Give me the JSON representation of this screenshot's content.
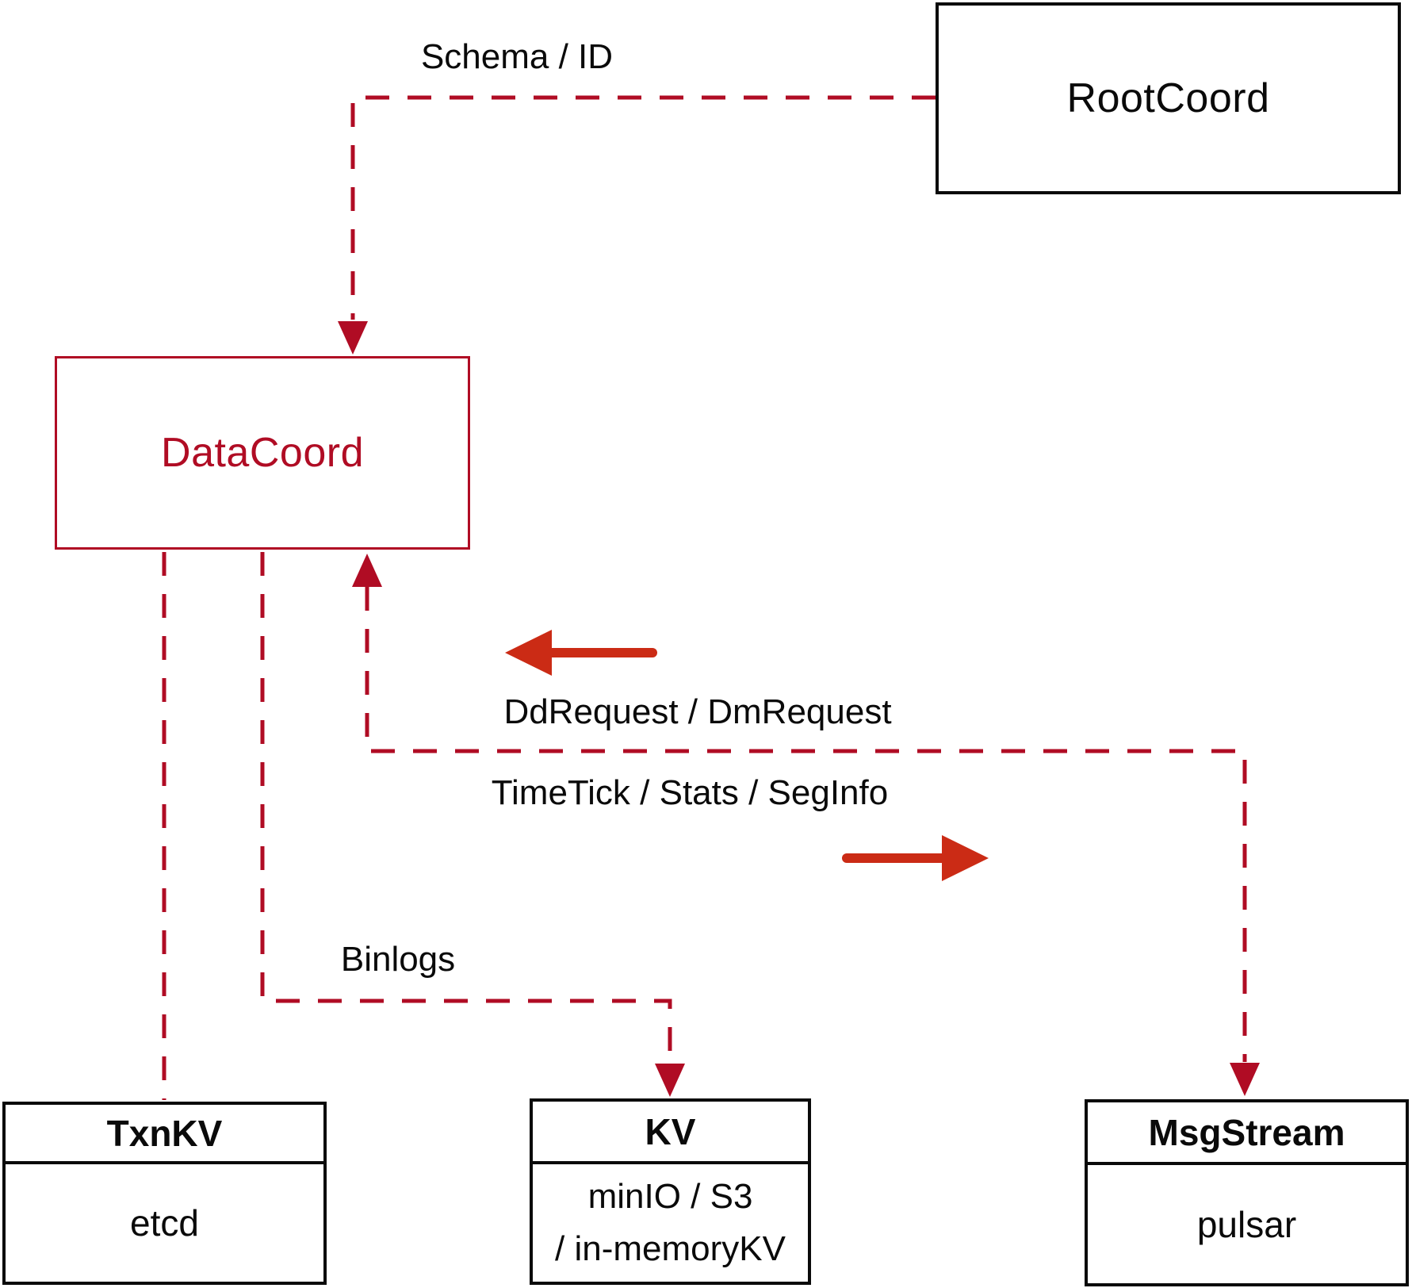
{
  "nodes": {
    "rootcoord": {
      "label": "RootCoord"
    },
    "datacoord": {
      "label": "DataCoord"
    },
    "txnkv": {
      "title": "TxnKV",
      "body": "etcd"
    },
    "kv": {
      "title": "KV",
      "body_line1": "minIO / S3",
      "body_line2": "/ in-memoryKV"
    },
    "msgstream": {
      "title": "MsgStream",
      "body": "pulsar"
    }
  },
  "edges": {
    "schema_label": "Schema / ID",
    "ddrequest_label": "DdRequest / DmRequest",
    "timetick_label": "TimeTick / Stats / SegInfo",
    "binlogs_label": "Binlogs"
  },
  "colors": {
    "dashed_crimson": "#b00c24",
    "solid_arrow_red": "#cb2b15",
    "box_black": "#0a0a0a",
    "background": "#ffffff"
  }
}
